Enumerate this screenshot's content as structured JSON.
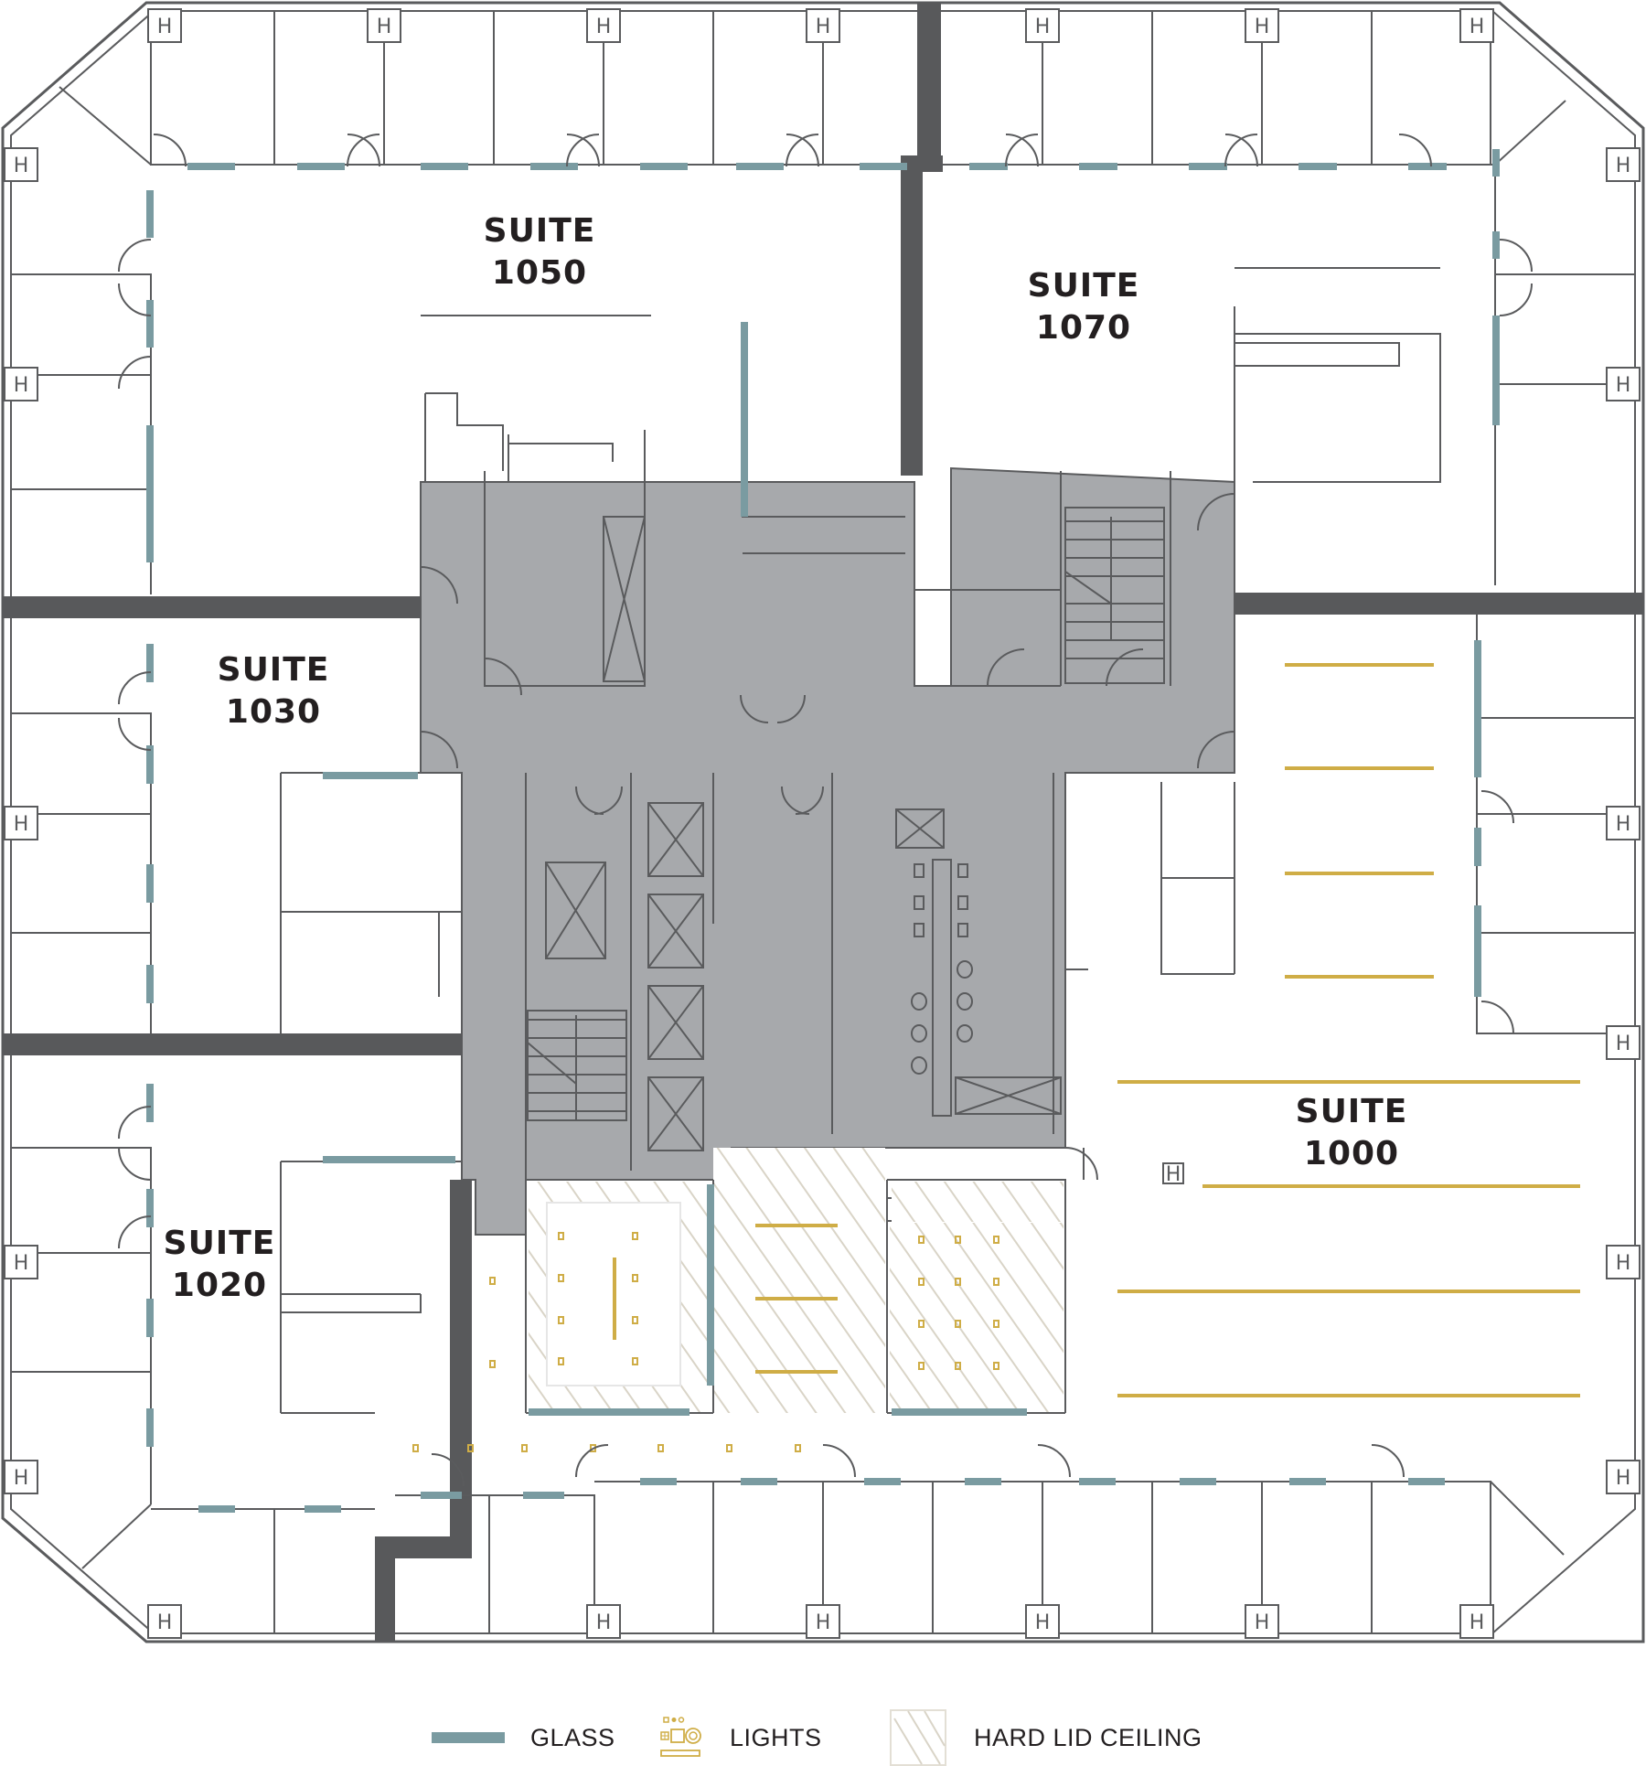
{
  "floor_plan": {
    "suites": [
      {
        "id": "suite-1050",
        "label_line1": "SUITE",
        "label_line2": "1050"
      },
      {
        "id": "suite-1070",
        "label_line1": "SUITE",
        "label_line2": "1070"
      },
      {
        "id": "suite-1030",
        "label_line1": "SUITE",
        "label_line2": "1030"
      },
      {
        "id": "suite-1020",
        "label_line1": "SUITE",
        "label_line2": "1020"
      },
      {
        "id": "suite-1000",
        "label_line1": "SUITE",
        "label_line2": "1000"
      }
    ],
    "column_marker": "H",
    "colors": {
      "wall": "#5a5b5d",
      "demising_wall": "#58595b",
      "core": "#a7a9ac",
      "glass": "#7a9ba1",
      "lights": "#cfad46",
      "hard_lid_hatch": "#d9d4c7",
      "text": "#231f20"
    }
  },
  "legend": {
    "items": [
      {
        "key": "glass",
        "label": "GLASS"
      },
      {
        "key": "lights",
        "label": "LIGHTS"
      },
      {
        "key": "hard-lid-ceiling",
        "label": "HARD LID CEILING"
      }
    ]
  }
}
